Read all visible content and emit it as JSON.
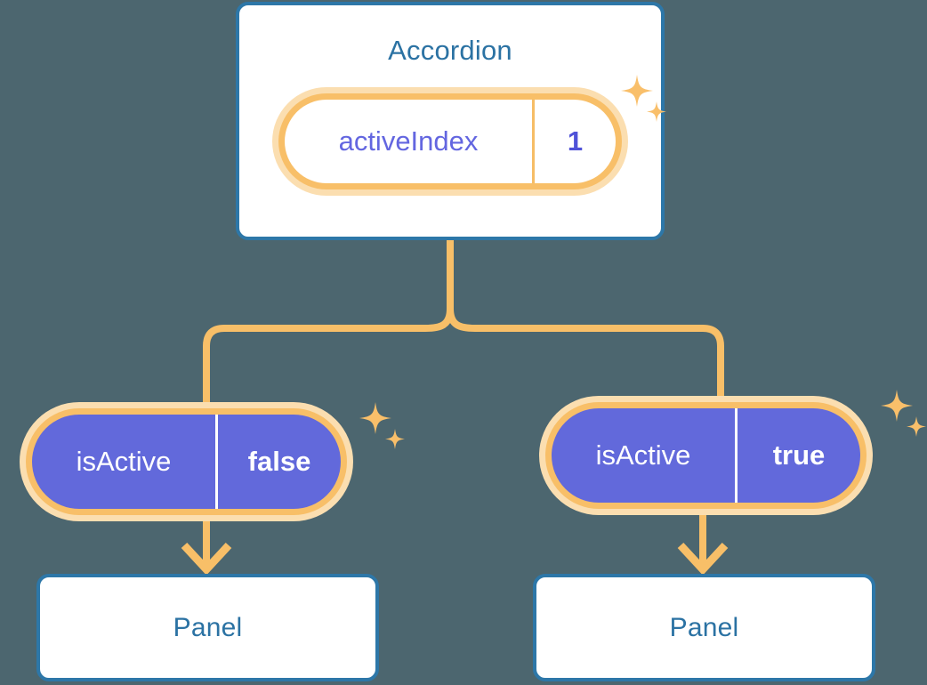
{
  "theme": {
    "background": "#4c666f",
    "card_bg": "#ffffff",
    "card_border": "#2d77a8",
    "title_text": "#2b72a3",
    "pill_glow": "#fbdeb0",
    "pill_ring": "#f8bf68",
    "pill_solid_bg": "#6269db",
    "pill_key_text_light": "#6366e0",
    "pill_value_text_light": "#4f52d8",
    "pill_text_solid": "#ffffff",
    "connector": "#f8bf68",
    "sparkle": "#f9bf6a"
  },
  "diagram": {
    "root": {
      "title": "Accordion",
      "state": {
        "key": "activeIndex",
        "value": "1"
      }
    },
    "children": [
      {
        "prop": {
          "key": "isActive",
          "value": "false"
        },
        "component": {
          "title": "Panel"
        }
      },
      {
        "prop": {
          "key": "isActive",
          "value": "true"
        },
        "component": {
          "title": "Panel"
        }
      }
    ]
  },
  "icons": {
    "sparkle_large": "sparkle-four-point-large",
    "sparkle_small": "sparkle-four-point-small",
    "arrow_down": "arrow-down-icon"
  }
}
